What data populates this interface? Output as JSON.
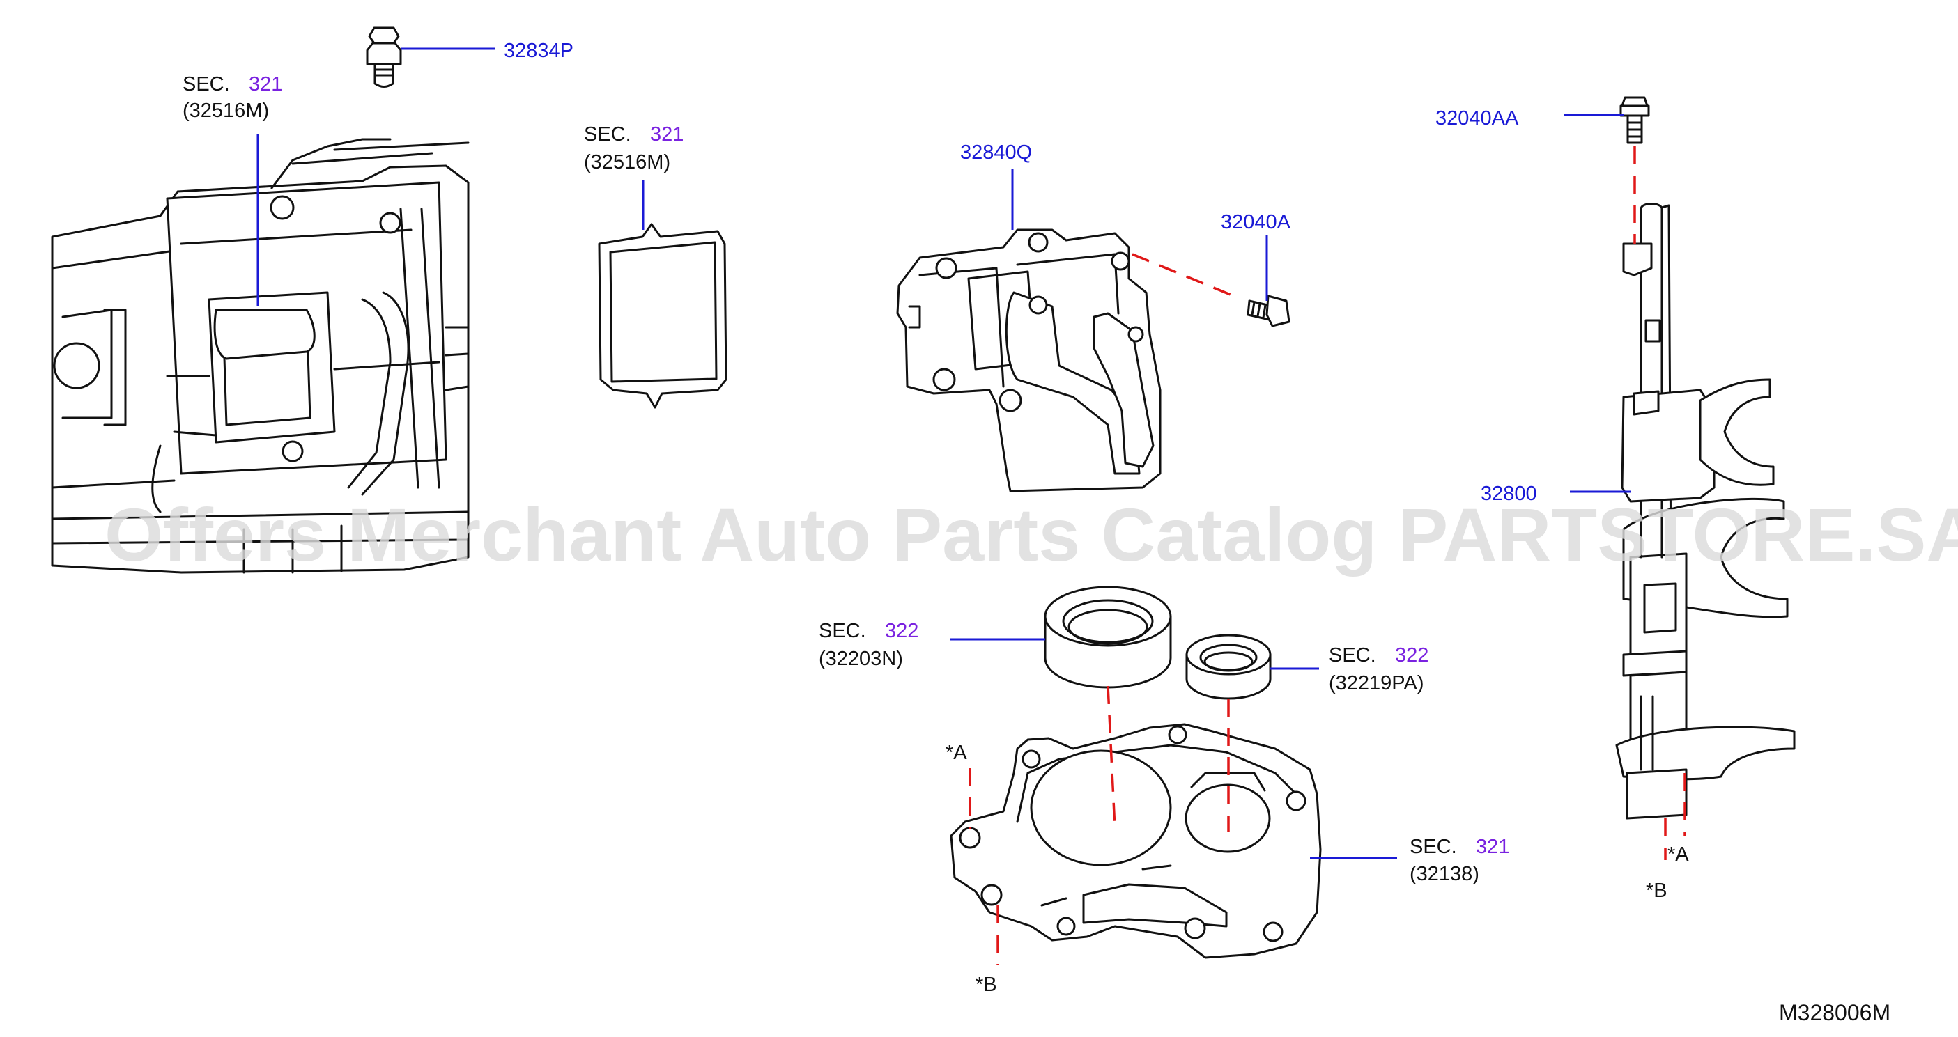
{
  "diagram": {
    "callouts": {
      "p32834P": "32834P",
      "p32840Q": "32840Q",
      "p32040A": "32040A",
      "p32040AA": "32040AA",
      "p32800": "32800"
    },
    "section_refs": [
      {
        "prefix": "SEC.",
        "number": "321",
        "part": "(32516M)"
      },
      {
        "prefix": "SEC.",
        "number": "321",
        "part": "(32516M)"
      },
      {
        "prefix": "SEC.",
        "number": "322",
        "part": "(32203N)"
      },
      {
        "prefix": "SEC.",
        "number": "322",
        "part": "(32219PA)"
      },
      {
        "prefix": "SEC.",
        "number": "321",
        "part": "(32138)"
      }
    ],
    "markers": {
      "a_left": "*A",
      "b_left": "*B",
      "a_right": "*A",
      "b_right": "*B"
    },
    "watermark": "Offers Merchant Auto Parts Catalog PARTSTORE.SA",
    "diagram_code": "M328006M",
    "colors": {
      "part_number": "#1a1ad6",
      "section_number": "#7a22e0",
      "alignment_line": "#e01818",
      "outline": "#111111"
    }
  }
}
